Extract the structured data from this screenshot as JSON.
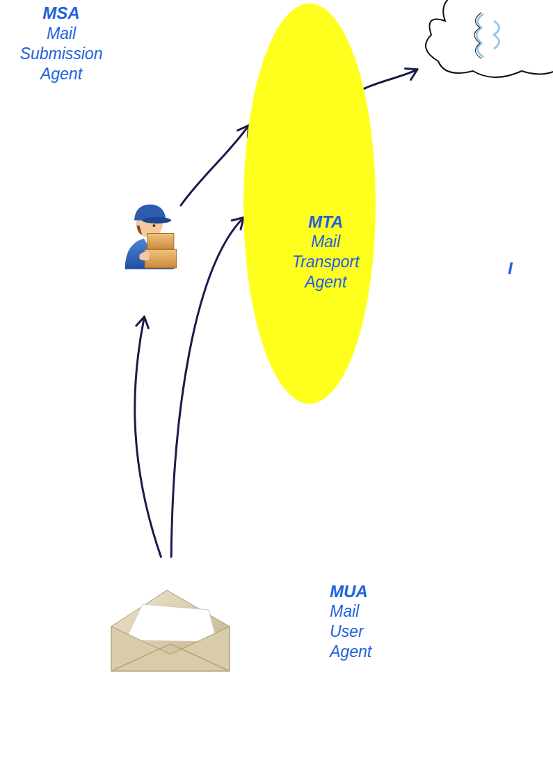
{
  "diagram": {
    "nodes": [
      {
        "text": [
          "MSA",
          "Mail Submission Agent"
        ]
      },
      {
        "text": [
          "MTA",
          "Mail Transport Agent"
        ]
      },
      {
        "text": [
          "I"
        ]
      },
      {
        "text": [
          "MUA",
          "Mail User Agent"
        ]
      }
    ],
    "edges": [
      {
        "from": 3,
        "to": 0,
        "arrow": "to"
      },
      {
        "from": 3,
        "to": 1,
        "arrow": "to"
      },
      {
        "from": 0,
        "to": 1,
        "arrow": "to"
      },
      {
        "from": 1,
        "to": 2,
        "arrow": "to"
      }
    ]
  }
}
